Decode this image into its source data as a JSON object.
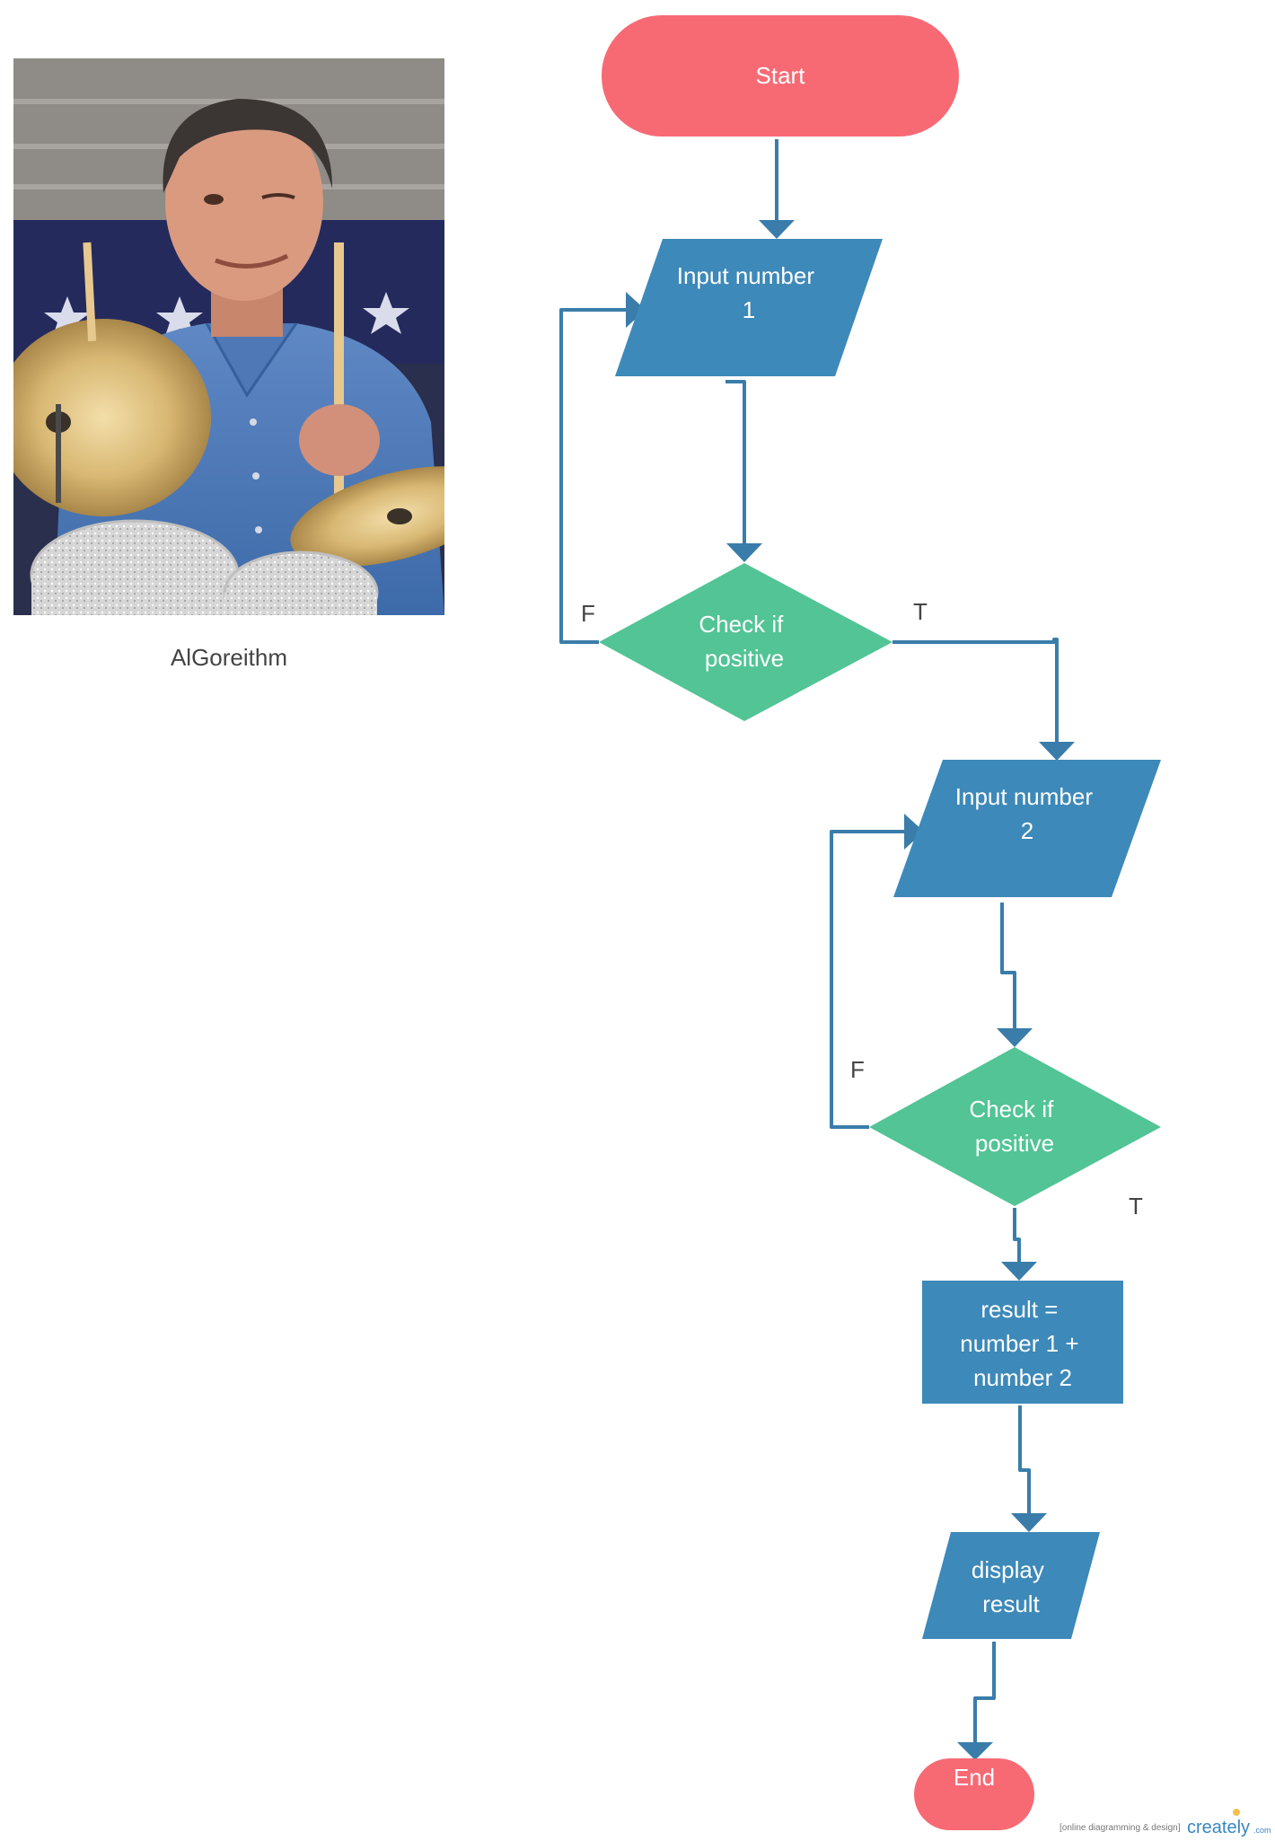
{
  "colors": {
    "terminal": "#f76a74",
    "io": "#3d89b9",
    "process": "#3d89b9",
    "decision": "#52c495",
    "connector": "#3a7daa",
    "label": "#444444"
  },
  "photo": {
    "subject": "man with drumsticks at a drum kit",
    "caption": "AlGoreithm"
  },
  "nodes": {
    "start": "Start",
    "input1": [
      "Input number",
      "1"
    ],
    "check1": [
      "Check if",
      "positive"
    ],
    "input2": [
      "Input number",
      "2"
    ],
    "check2": [
      "Check if",
      "positive"
    ],
    "result": [
      "result =",
      "number 1 +",
      "number 2"
    ],
    "display": [
      "display",
      "result"
    ],
    "end": "End"
  },
  "edge_labels": {
    "check1_false": "F",
    "check1_true": "T",
    "check2_false": "F",
    "check2_true": "T"
  },
  "watermark": {
    "tagline": "[online diagramming & design]",
    "brand": "creately",
    "domain": ".com"
  }
}
